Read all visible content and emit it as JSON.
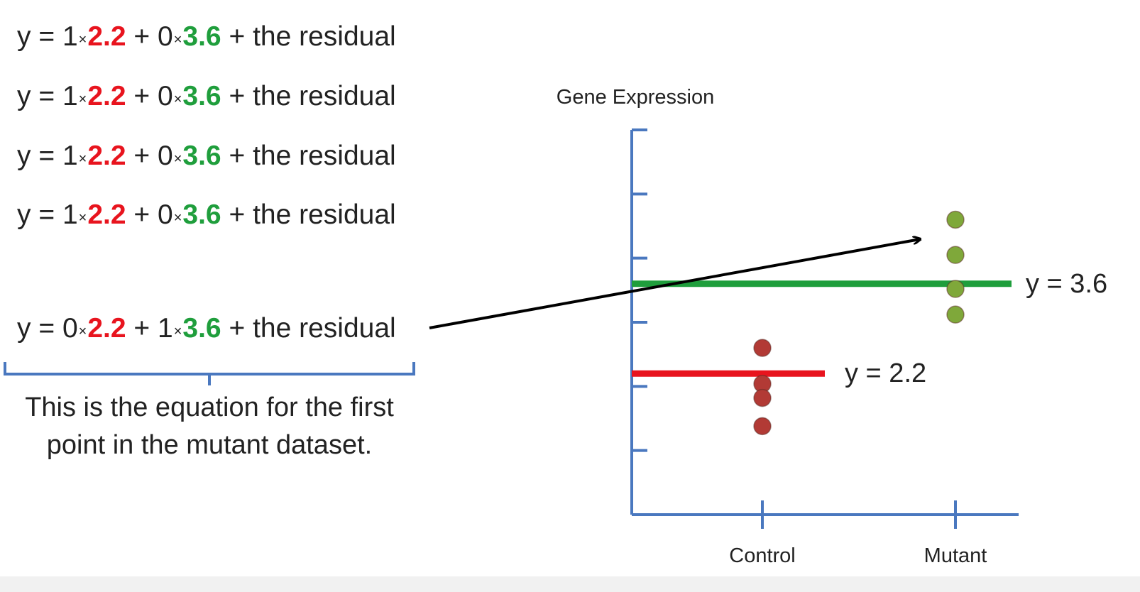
{
  "equations": [
    {
      "p1": "y = 1",
      "c1": "2.2",
      "mid": "+ 0",
      "c2": "3.6",
      "tail": "+ the residual"
    },
    {
      "p1": "y = 1",
      "c1": "2.2",
      "mid": "+ 0",
      "c2": "3.6",
      "tail": "+ the residual"
    },
    {
      "p1": "y = 1",
      "c1": "2.2",
      "mid": "+ 0",
      "c2": "3.6",
      "tail": "+ the residual"
    },
    {
      "p1": "y = 1",
      "c1": "2.2",
      "mid": "+ 0",
      "c2": "3.6",
      "tail": "+ the residual"
    },
    {
      "p1": "y = 0",
      "c1": "2.2",
      "mid": "+ 1",
      "c2": "3.6",
      "tail": "+ the residual"
    }
  ],
  "times_symbol": "×",
  "caption": "This is the equation for the first point in the mutant dataset.",
  "colors": {
    "axis": "#4a78bf",
    "control": "#e8141e",
    "mutant": "#1f9e3c",
    "control_point": "#b23a35",
    "mutant_point": "#7fa83a"
  },
  "chart_data": {
    "type": "scatter",
    "ylabel": "Gene Expression",
    "categories": [
      "Control",
      "Mutant"
    ],
    "series": [
      {
        "category": "Control",
        "values": [
          2.6,
          2.04,
          1.82,
          1.38
        ]
      },
      {
        "category": "Mutant",
        "values": [
          4.6,
          4.05,
          3.52,
          3.12
        ]
      }
    ],
    "mean_lines": [
      {
        "category": "Control",
        "value": 2.2,
        "label": "y = 2.2"
      },
      {
        "category": "Mutant",
        "value": 3.6,
        "label": "y = 3.6"
      }
    ],
    "ylim": [
      0,
      6
    ],
    "y_ticks": 6,
    "annotation_arrow": "from last equation to first mutant point"
  }
}
